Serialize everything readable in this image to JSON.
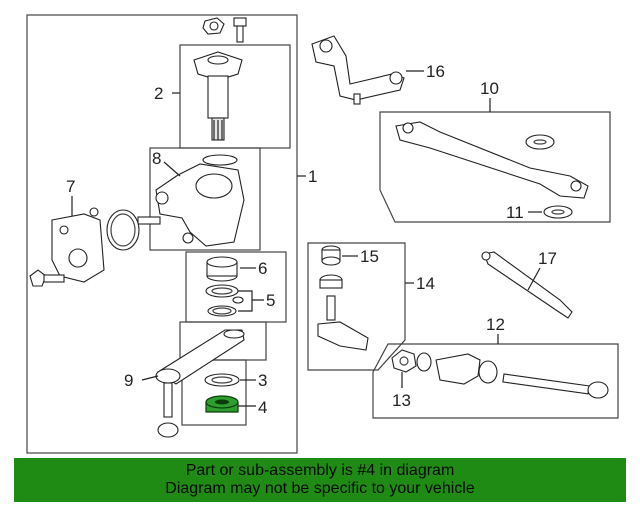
{
  "callouts": {
    "n1": "1",
    "n2": "2",
    "n3": "3",
    "n4": "4",
    "n5": "5",
    "n6": "6",
    "n7": "7",
    "n8": "8",
    "n9": "9",
    "n10": "10",
    "n11": "11",
    "n12": "12",
    "n13": "13",
    "n14": "14",
    "n15": "15",
    "n16": "16",
    "n17": "17"
  },
  "banner": {
    "line1": "Part or sub-assembly is #4 in diagram",
    "line2": "Diagram may not be specific to your vehicle"
  },
  "colors": {
    "highlight": "#2f9e2f",
    "banner": "#1f8a14"
  }
}
